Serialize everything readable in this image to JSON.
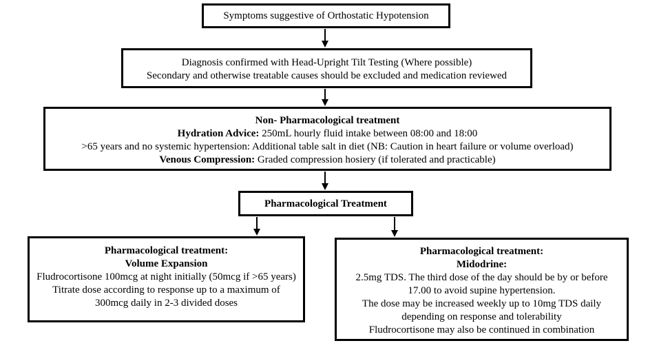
{
  "nodes": {
    "symptoms": {
      "text": "Symptoms suggestive of Orthostatic Hypotension"
    },
    "diagnosis": {
      "line1": "Diagnosis confirmed with Head-Upright Tilt Testing (Where possible)",
      "line2": "Secondary and otherwise treatable causes should be excluded and medication reviewed"
    },
    "non_pharm": {
      "title": "Non- Pharmacological treatment",
      "hydration_label": "Hydration Advice:",
      "hydration_text": " 250mL hourly fluid intake between 08:00 and 18:00",
      "salt_text": ">65 years and no systemic hypertension: Additional table salt in diet (NB: Caution in heart failure or volume overload)",
      "venous_label": "Venous Compression:",
      "venous_text": " Graded compression hosiery (if tolerated and practicable)"
    },
    "pharm": {
      "title": "Pharmacological Treatment"
    },
    "volume": {
      "title1": "Pharmacological treatment:",
      "title2": "Volume Expansion",
      "line1": "Fludrocortisone 100mcg at night initially (50mcg if >65 years)",
      "line2": "Titrate dose according to response up to a maximum of 300mcg daily in 2-3 divided doses"
    },
    "midodrine": {
      "title1": "Pharmacological treatment:",
      "title2": "Midodrine:",
      "line1": "2.5mg TDS. The third dose of the day should be by or before 17.00 to avoid supine hypertension.",
      "line2": "The dose may be increased weekly up to 10mg TDS daily depending on response and tolerability",
      "line3": "Fludrocortisone may also be continued in combination"
    }
  },
  "edges": [
    {
      "from": "symptoms",
      "to": "diagnosis"
    },
    {
      "from": "diagnosis",
      "to": "non_pharm"
    },
    {
      "from": "non_pharm",
      "to": "pharm"
    },
    {
      "from": "pharm",
      "to": "volume"
    },
    {
      "from": "pharm",
      "to": "midodrine"
    }
  ]
}
